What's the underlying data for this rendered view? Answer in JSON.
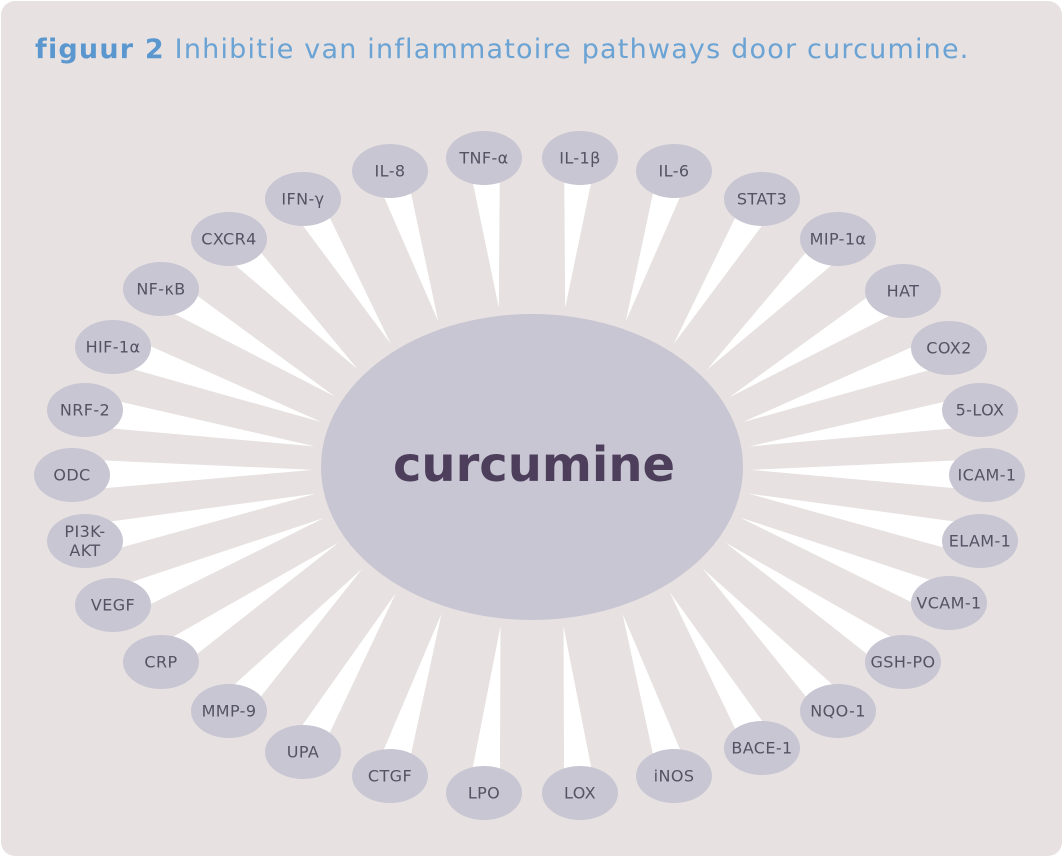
{
  "title": {
    "lead": "figuur 2",
    "text": "Inhibitie van inflammatoire pathways door curcumine."
  },
  "center": {
    "label": "curcumine"
  },
  "nodes": [
    {
      "label": "TNF-α"
    },
    {
      "label": "IL-1β"
    },
    {
      "label": "IL-6"
    },
    {
      "label": "STAT3"
    },
    {
      "label": "MIP-1α"
    },
    {
      "label": "HAT"
    },
    {
      "label": "COX2"
    },
    {
      "label": "5-LOX"
    },
    {
      "label": "ICAM-1"
    },
    {
      "label": "ELAM-1"
    },
    {
      "label": "VCAM-1"
    },
    {
      "label": "GSH-PO"
    },
    {
      "label": "NQO-1"
    },
    {
      "label": "BACE-1"
    },
    {
      "label": "iNOS"
    },
    {
      "label": "LOX"
    },
    {
      "label": "LPO"
    },
    {
      "label": "CTGF"
    },
    {
      "label": "UPA"
    },
    {
      "label": "MMP-9"
    },
    {
      "label": "CRP"
    },
    {
      "label": "VEGF"
    },
    {
      "label": "PI3K-\nAKT"
    },
    {
      "label": "ODC"
    },
    {
      "label": "NRF-2"
    },
    {
      "label": "HIF-1α"
    },
    {
      "label": "NF-κB"
    },
    {
      "label": "CXCR4"
    },
    {
      "label": "IFN-γ"
    },
    {
      "label": "IL-8"
    }
  ],
  "colors": {
    "background": "#e7e1e1",
    "bubble": "#c8c6d2",
    "rays": "#ffffff",
    "center_text": "#4d3f5b",
    "title": "#6aa3d4"
  }
}
